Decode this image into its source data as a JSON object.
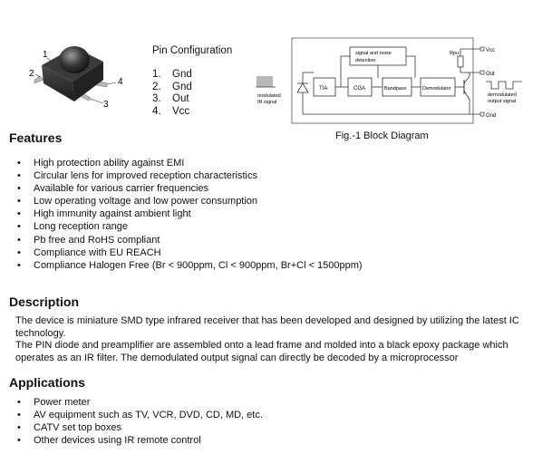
{
  "package": {
    "pin_labels": [
      "1",
      "2",
      "3",
      "4"
    ]
  },
  "pin_config": {
    "title": "Pin Configuration",
    "pins": [
      {
        "num": "1.",
        "name": "Gnd"
      },
      {
        "num": "2.",
        "name": "Gnd"
      },
      {
        "num": "3.",
        "name": "Out"
      },
      {
        "num": "4.",
        "name": "Vcc"
      }
    ]
  },
  "block_diagram": {
    "caption": "Fig.-1 Block Diagram",
    "input_label": [
      "modulated",
      "IR signal"
    ],
    "blocks": {
      "tia": "TIA",
      "cga": "CGA",
      "bandpass": "Bandpass",
      "demodulator": "Demodulator",
      "signal_noise": [
        "signal and noise",
        "detection"
      ]
    },
    "pins": {
      "vcc": "Vcc",
      "out": "Out",
      "gnd": "Gnd"
    },
    "resistor": "Rpu",
    "output_label": [
      "demodulated",
      "output signal"
    ]
  },
  "features": {
    "heading": "Features",
    "items": [
      "High protection ability against EMI",
      "Circular lens for improved reception characteristics",
      "Available for various carrier frequencies",
      "Low operating voltage and low power consumption",
      "High immunity against ambient light",
      "Long reception range",
      "Pb free and RoHS compliant",
      "Compliance with EU REACH",
      "Compliance Halogen Free (Br < 900ppm, Cl < 900ppm, Br+Cl < 1500ppm)"
    ]
  },
  "description": {
    "heading": "Description",
    "lines": [
      "The device is miniature SMD type infrared receiver that has been developed and designed by utilizing the latest IC",
      "technology.",
      "The PIN diode and preamplifier are assembled onto a lead frame and molded into a black epoxy package which",
      "operates as an IR filter. The demodulated output signal can directly be decoded by a microprocessor"
    ]
  },
  "applications": {
    "heading": "Applications",
    "items": [
      "Power meter",
      "AV equipment such as TV, VCR, DVD, CD, MD, etc.",
      "CATV set top boxes",
      "Other devices using IR remote control"
    ]
  }
}
